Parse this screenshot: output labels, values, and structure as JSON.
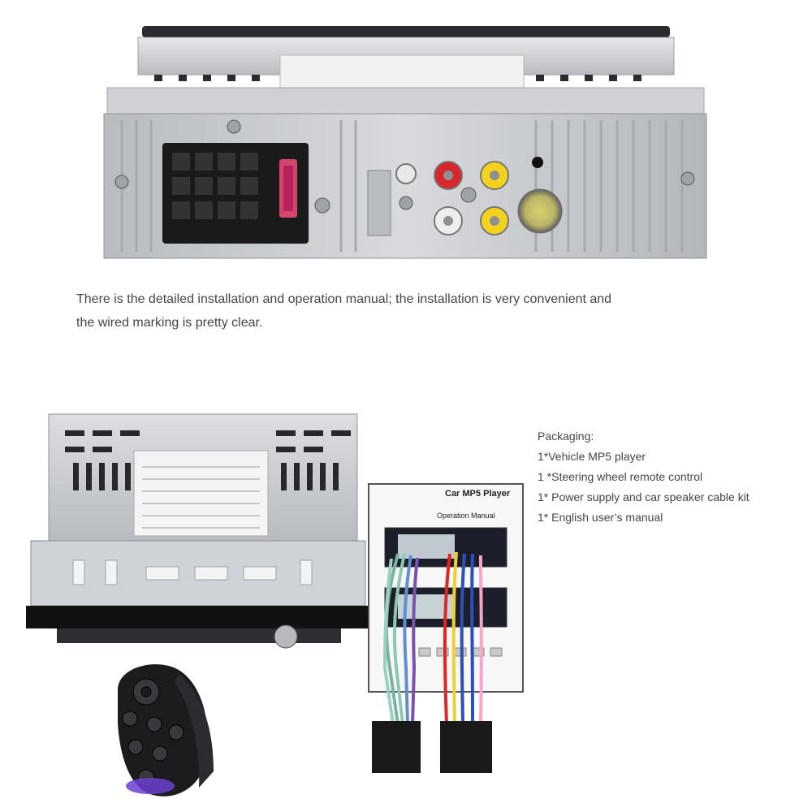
{
  "caption": {
    "line1": "There is the detailed installation and operation manual; the installation is very convenient and",
    "line2": "the wired marking is pretty clear."
  },
  "packaging": {
    "heading": "Packaging:",
    "items": [
      "1*Vehicle MP5 player",
      "1 *Steering wheel remote control",
      "1* Power supply and car speaker cable kit",
      "1* English user’s manual"
    ]
  },
  "manual": {
    "title": "Car MP5 Player",
    "subtitle": "Operation Manual"
  },
  "colors": {
    "chassis": "#c9cbcf",
    "rca_red": "#d8262e",
    "rca_yellow": "#f2d21a",
    "rca_white": "#eeeeee",
    "remote_purple": "#6a3fd1",
    "connector_black": "#1a1a1a"
  }
}
